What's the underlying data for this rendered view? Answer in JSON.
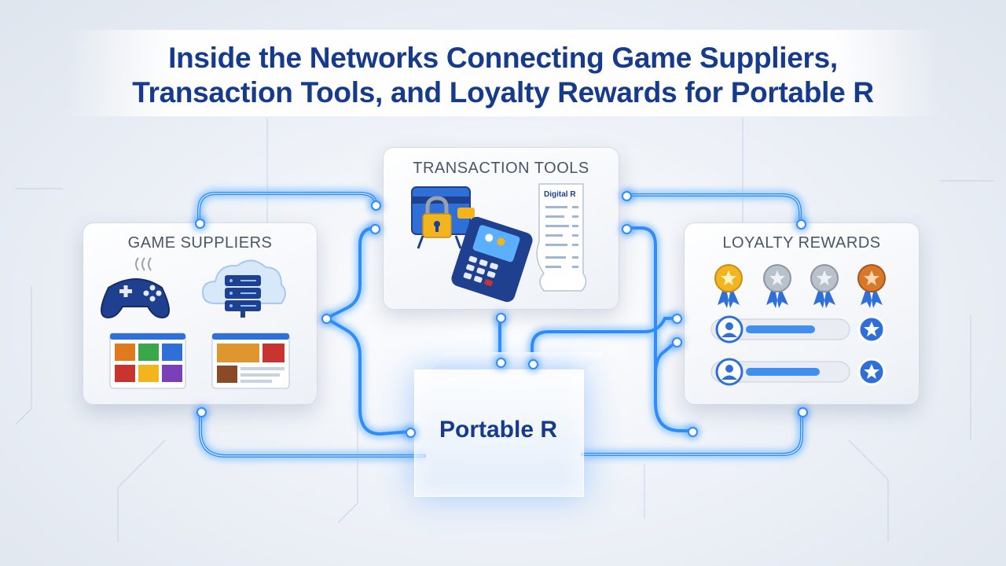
{
  "title": {
    "line1": "Inside the Networks Connecting Game Suppliers,",
    "line2": "Transaction Tools, and Loyalty Rewards for Portable R"
  },
  "nodes": {
    "game_suppliers": {
      "label": "GAME SUPPLIERS",
      "icons": [
        "gamepad-icon",
        "cloud-server-icon",
        "game-catalog-window-icon",
        "game-lobby-window-icon"
      ]
    },
    "transaction_tools": {
      "label": "TRANSACTION TOOLS",
      "icons": [
        "secure-card-icon",
        "pos-terminal-icon",
        "receipt-icon"
      ],
      "receipt_header": "Digital R"
    },
    "loyalty_rewards": {
      "label": "LOYALTY REWARDS",
      "icons": [
        "gold-medal-icon",
        "silver-medal-icon",
        "silver-medal-icon",
        "bronze-medal-icon",
        "user-progress-bar",
        "user-progress-bar",
        "star-badge-icon"
      ]
    },
    "hub": {
      "label": "Portable R"
    }
  },
  "colors": {
    "title": "#163a8c",
    "wire": "#2f8cff",
    "wire_glow": "#8ec5ff",
    "panel_label": "#4a5566",
    "gold": "#f2b51f",
    "silver": "#9aa3ad",
    "bronze": "#d9782a"
  }
}
